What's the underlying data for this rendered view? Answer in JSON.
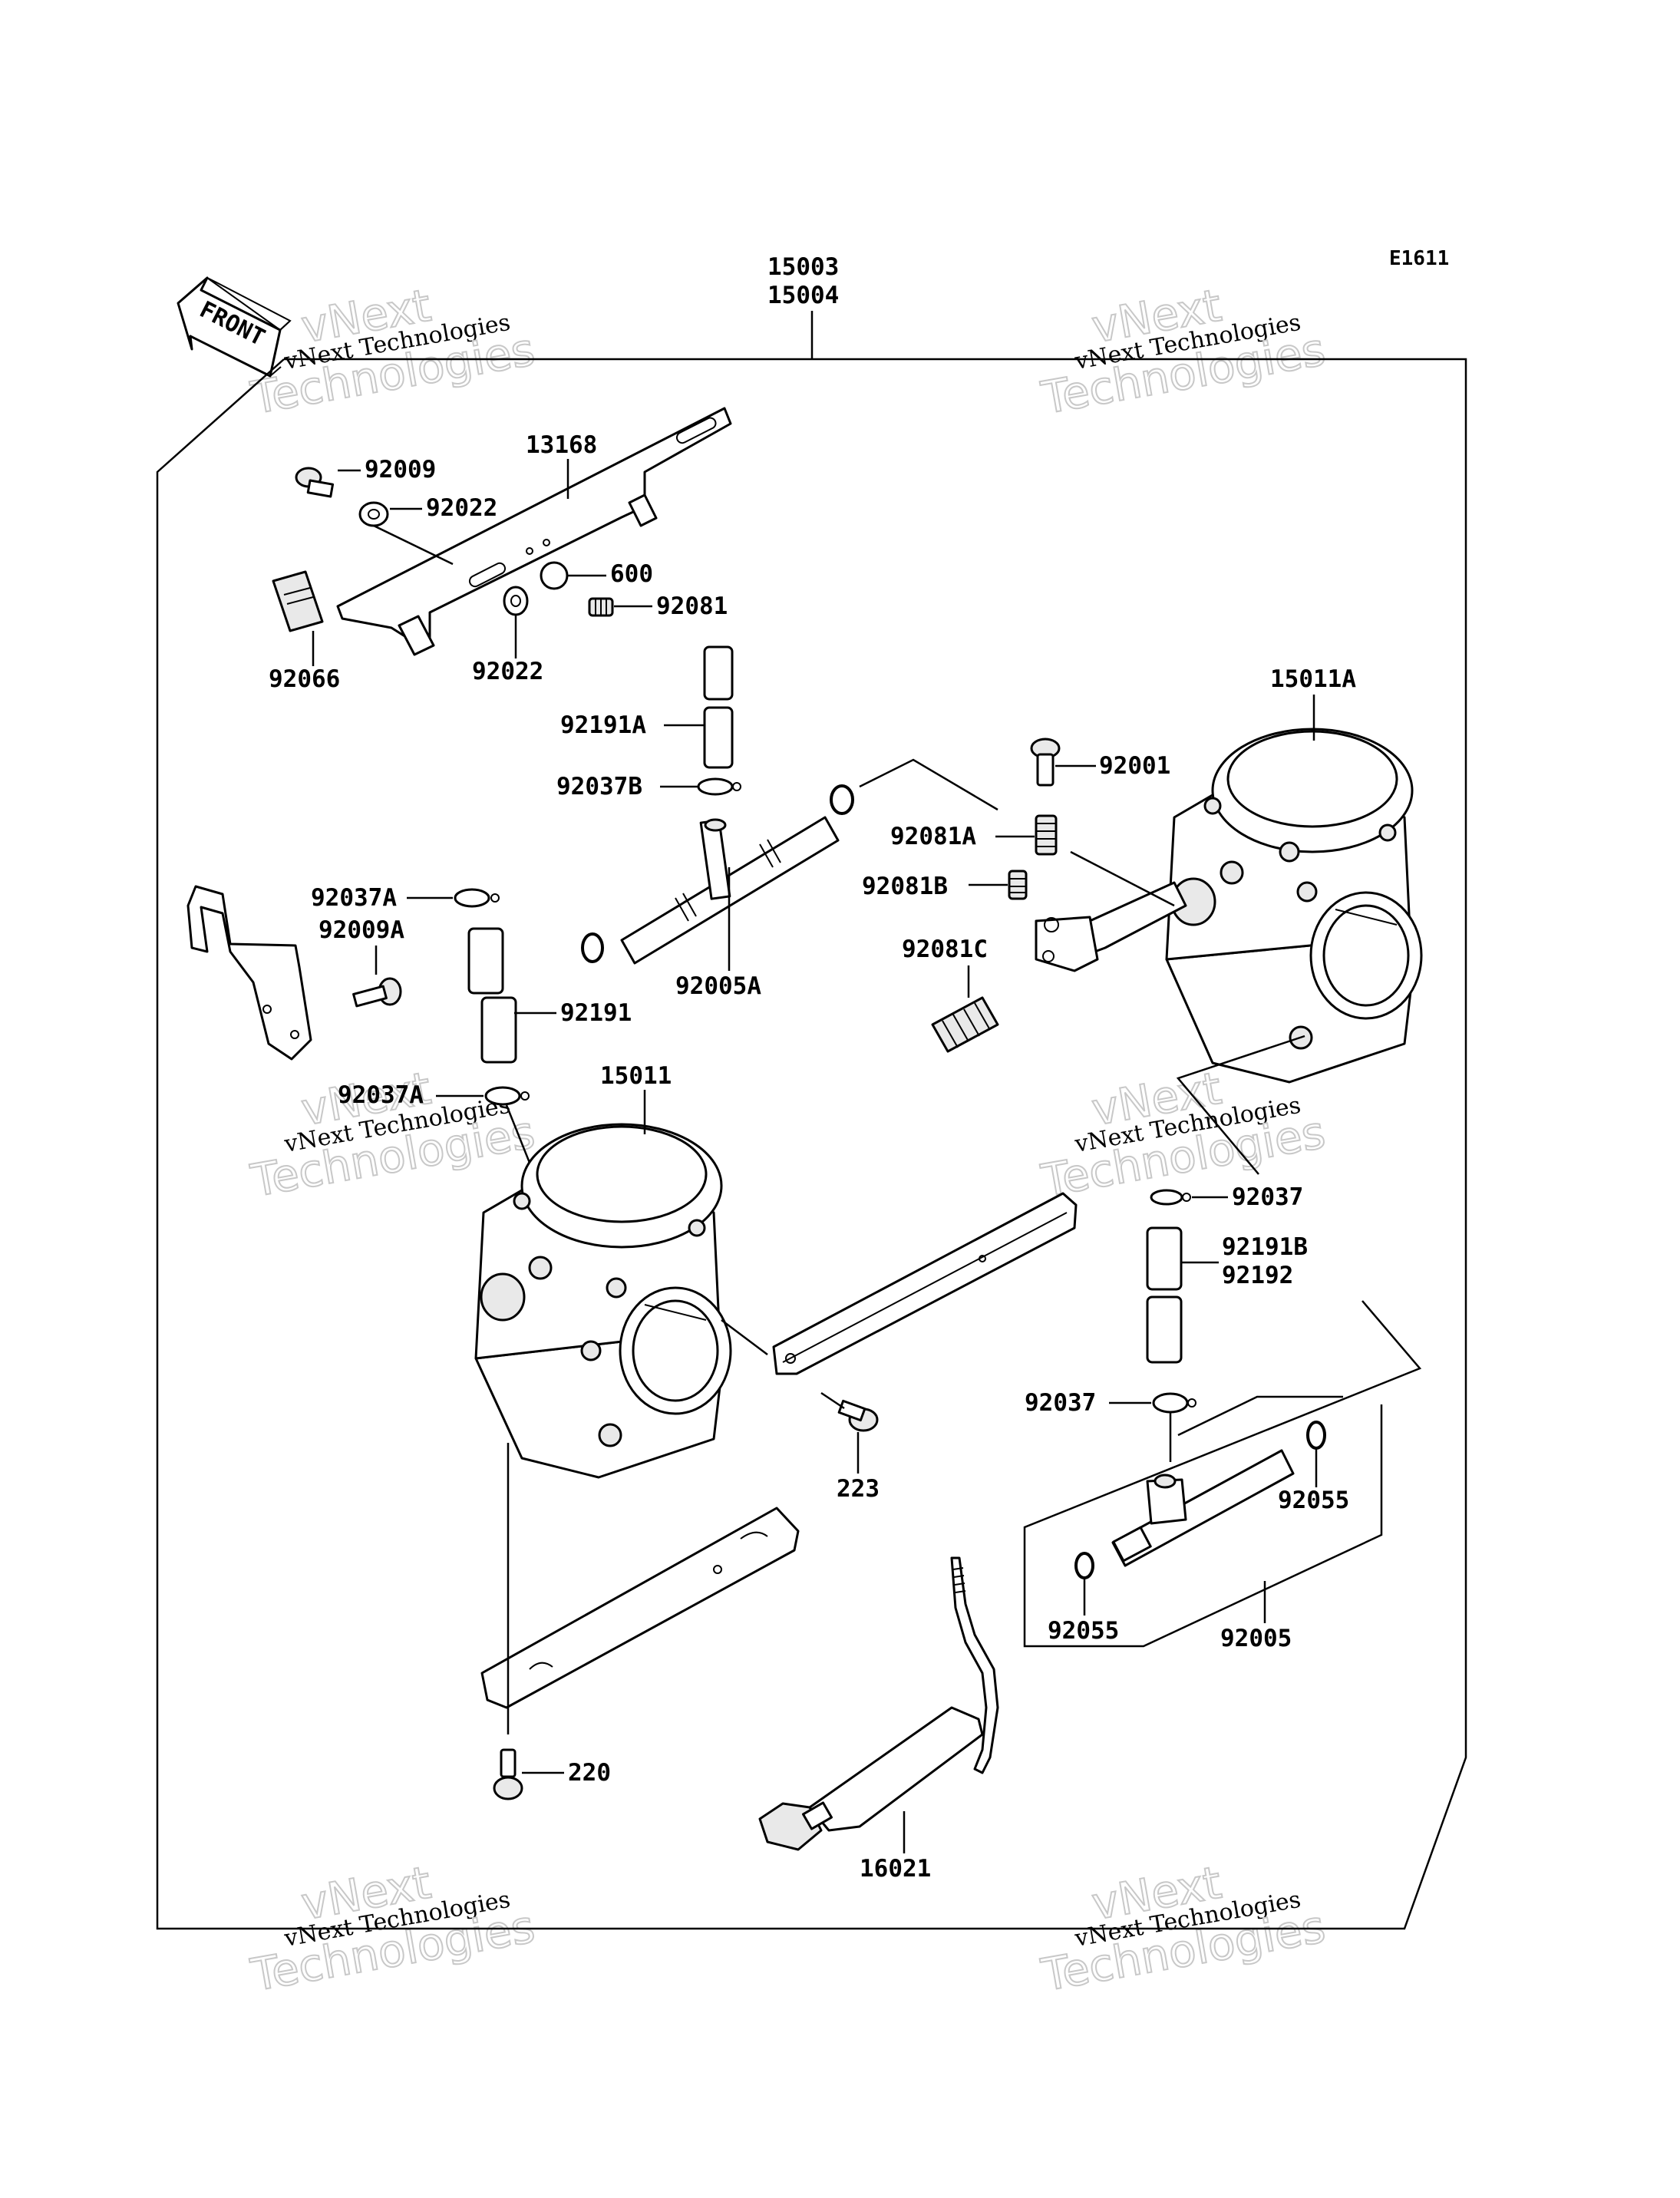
{
  "diagram_code": "E1611",
  "front_label": "FRONT",
  "assembly_numbers": [
    "15003",
    "15004"
  ],
  "labels": {
    "p13168": "13168",
    "p92009": "92009",
    "p92022a": "92022",
    "p600": "600",
    "p92081": "92081",
    "p92066": "92066",
    "p92022b": "92022",
    "p92191A": "92191A",
    "p92037B": "92037B",
    "p92037A_top": "92037A",
    "p92009A": "92009A",
    "p92191": "92191",
    "p92005A": "92005A",
    "p92037A_mid": "92037A",
    "p15011": "15011",
    "p15011A": "15011A",
    "p92001": "92001",
    "p92081A": "92081A",
    "p92081B": "92081B",
    "p92081C": "92081C",
    "p92037_r": "92037",
    "p92191B": "92191B",
    "p92192": "92192",
    "p92037_low": "92037",
    "p92055_r": "92055",
    "p223": "223",
    "p92055_l": "92055",
    "p92005": "92005",
    "p220": "220",
    "p16021": "16021"
  },
  "watermark": {
    "line1": "vNext",
    "line2": "vNext Technologies",
    "line3": "Technologies"
  }
}
